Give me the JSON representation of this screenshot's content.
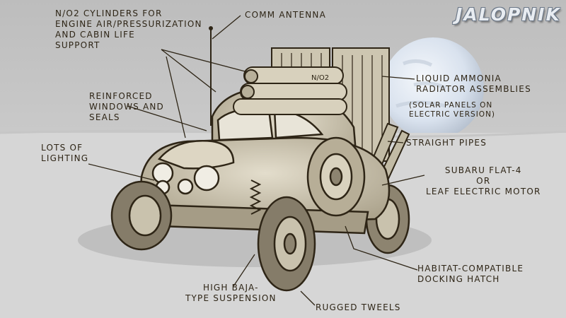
{
  "brand": "JALOPNIK",
  "labels": {
    "n2o2": "N/O2 CYLINDERS FOR\nENGINE AIR/PRESSURIZATION\nAND CABIN LIFE\nSUPPORT",
    "comm": "COMM ANTENNA",
    "ammonia": "LIQUID AMMONIA\nRADIATOR ASSEMBLIES",
    "solar": "(SOLAR PANELS ON\nELECTRIC VERSION)",
    "windows": "REINFORCED\nWINDOWS AND\nSEALS",
    "lighting": "LOTS OF\nLIGHTING",
    "pipes": "STRAIGHT PIPES",
    "engine": "SUBARU FLAT-4\nOR\nLEAF ELECTRIC MOTOR",
    "hatch": "HABITAT-COMPATIBLE\nDOCKING HATCH",
    "suspension": "HIGH BAJA-\nTYPE SUSPENSION",
    "tires": "RUGGED TWEELS",
    "tank_mark": "N/O2"
  },
  "colors": {
    "sky": "#c6c6c6",
    "ground": "#d7d7d7",
    "ink": "#2e2516",
    "vehicle": "#cfc8b6",
    "earth": "#dce6f2"
  }
}
